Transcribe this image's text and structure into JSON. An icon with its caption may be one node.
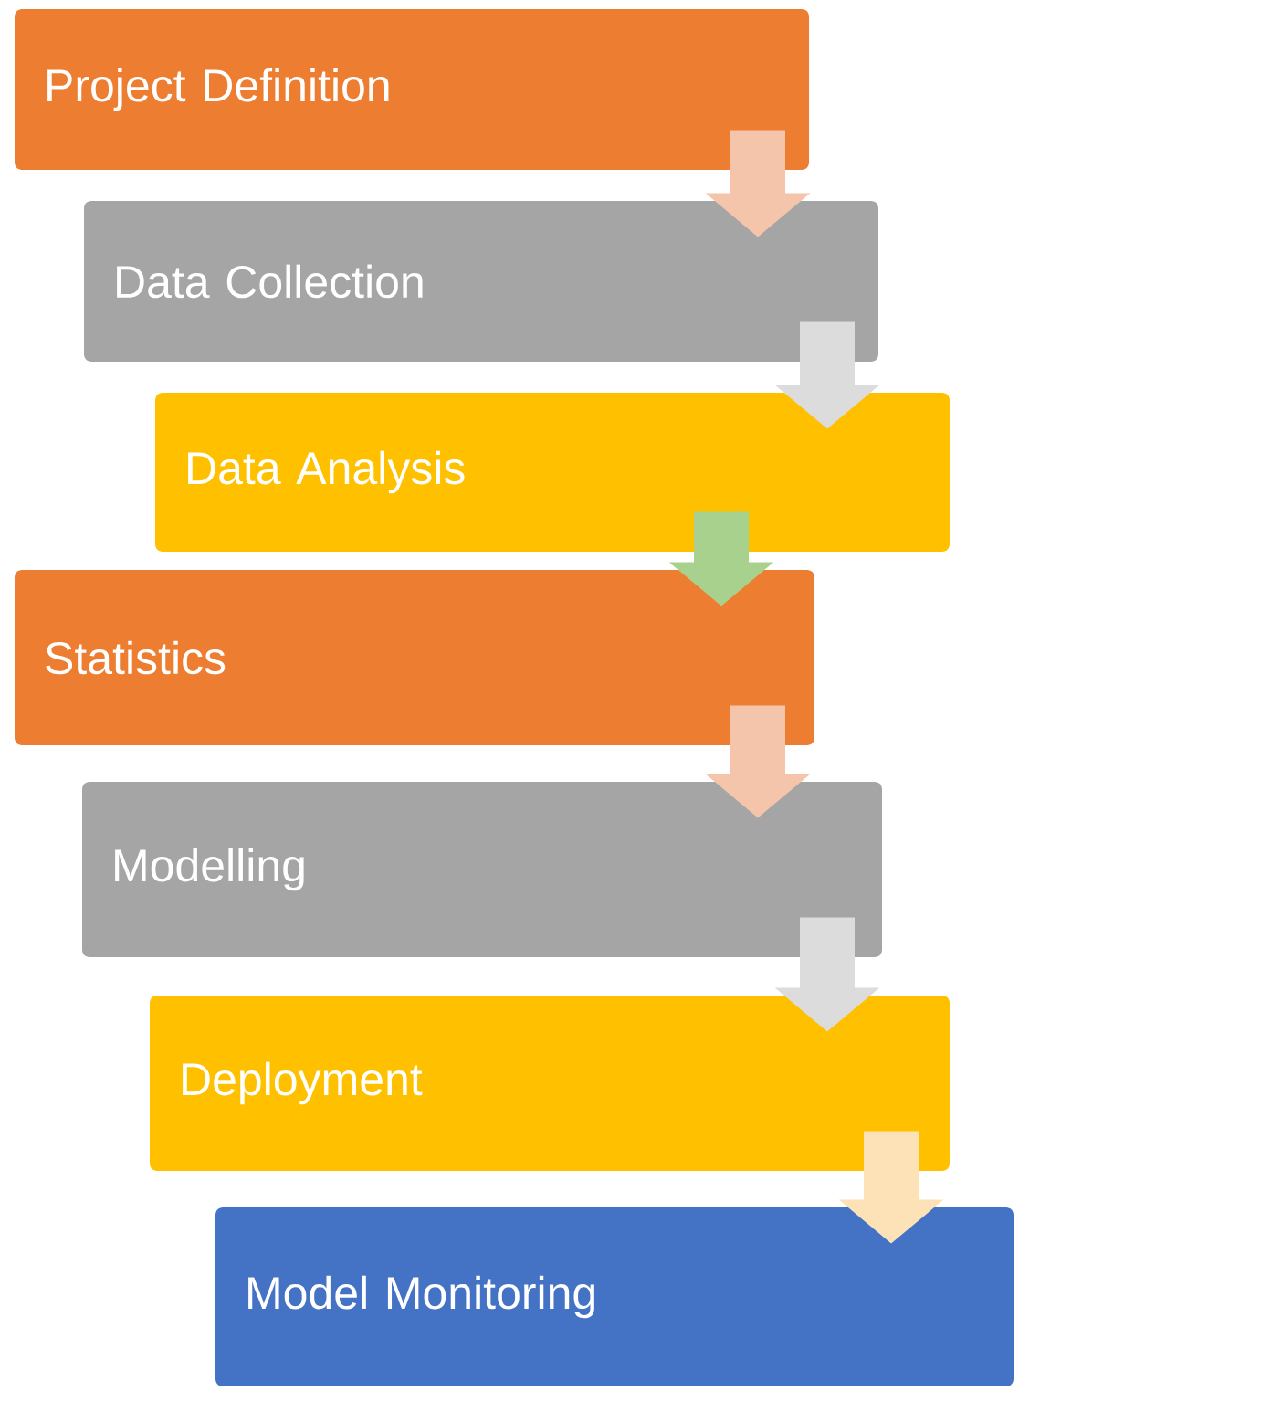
{
  "diagram": {
    "nodes": [
      {
        "text": [
          "Project Definition"
        ]
      },
      {
        "text": [
          "Data Collection"
        ]
      },
      {
        "text": [
          "Data Analysis"
        ]
      },
      {
        "text": [
          "Statistics"
        ]
      },
      {
        "text": [
          "Modelling"
        ]
      },
      {
        "text": [
          "Deployment"
        ]
      },
      {
        "text": [
          "Model Monitoring"
        ]
      }
    ],
    "edges": [
      {
        "from": 0,
        "to": 1,
        "arrow": "to",
        "color": "#f4c4ab"
      },
      {
        "from": 1,
        "to": 2,
        "arrow": "to",
        "color": "#dcdcdc"
      },
      {
        "from": 2,
        "to": 3,
        "arrow": "to",
        "color": "#a9d18e"
      },
      {
        "from": 3,
        "to": 4,
        "arrow": "to",
        "color": "#f4c4ab"
      },
      {
        "from": 4,
        "to": 5,
        "arrow": "to",
        "color": "#dcdcdc"
      },
      {
        "from": 5,
        "to": 6,
        "arrow": "to",
        "color": "#fde2b8"
      }
    ]
  }
}
